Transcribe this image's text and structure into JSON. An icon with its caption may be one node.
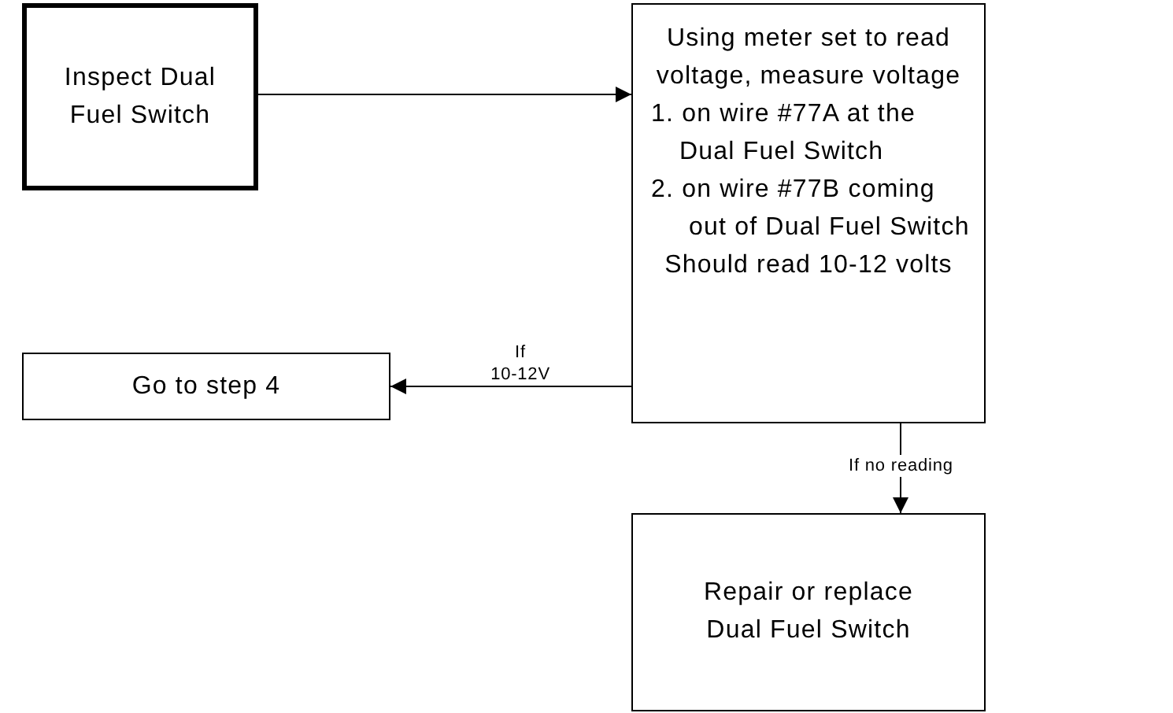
{
  "diagram": {
    "nodes": [
      {
        "text": [
          "Inspect Dual Fuel Switch"
        ]
      },
      {
        "text": [
          "Using meter set to read voltage, measure voltage",
          "1. on wire #77A at the Dual Fuel Switch",
          "2. on wire #77B coming out of Dual Fuel Switch",
          "Should read 10-12 volts"
        ]
      },
      {
        "text": [
          "Go to step 4"
        ]
      },
      {
        "text": [
          "Repair or replace Dual Fuel Switch"
        ]
      }
    ],
    "edges": [
      {
        "from": 0,
        "to": 1,
        "arrow": "to"
      },
      {
        "from": 1,
        "to": 2,
        "arrow": "to",
        "label": "If 10-12V"
      },
      {
        "from": 1,
        "to": 3,
        "arrow": "to",
        "label": "If no reading"
      }
    ]
  }
}
